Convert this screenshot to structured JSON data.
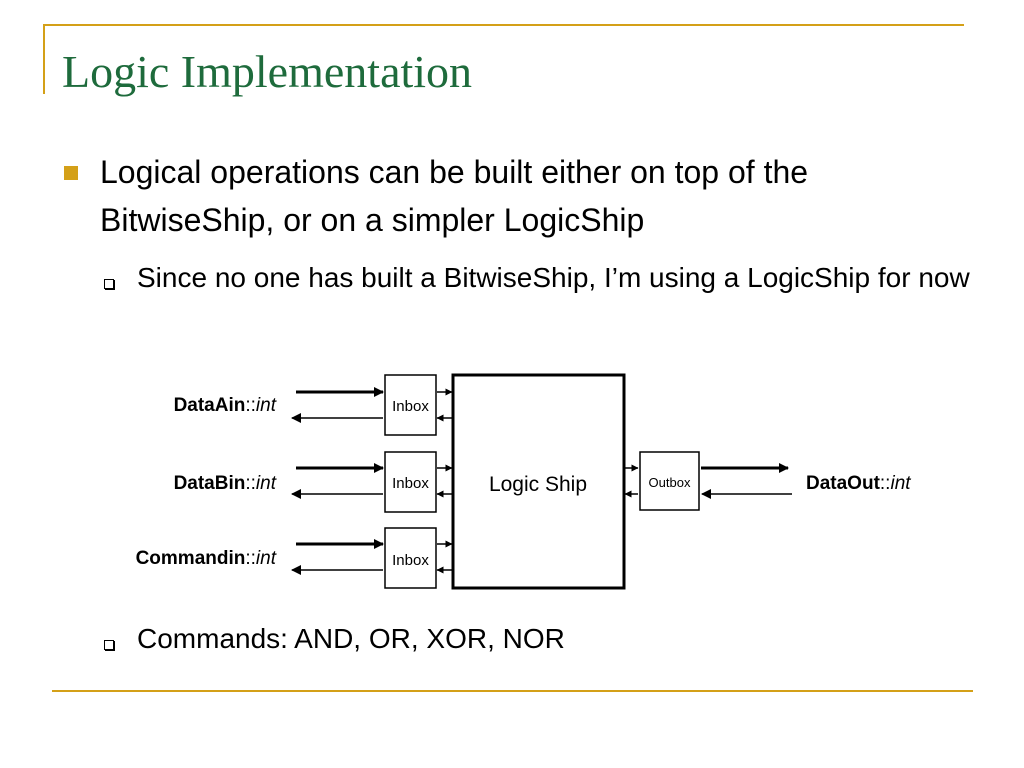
{
  "slide": {
    "title": "Logic Implementation",
    "bullet": "Logical operations can be built either on top of the BitwiseShip, or on a simpler LogicShip",
    "sub_bullets": [
      "Since no one has built a BitwiseShip, I’m using a LogicShip for now",
      "Commands: AND, OR, XOR, NOR"
    ]
  },
  "diagram": {
    "inputs": [
      {
        "name": "DataAin",
        "sep": "::",
        "type": "int",
        "box": "Inbox"
      },
      {
        "name": "DataBin",
        "sep": "::",
        "type": "int",
        "box": "Inbox"
      },
      {
        "name": "Commandin",
        "sep": "::",
        "type": "int",
        "box": "Inbox"
      }
    ],
    "ship_label": "Logic Ship",
    "output": {
      "name": "DataOut",
      "sep": "::",
      "type": "int",
      "box": "Outbox"
    }
  },
  "colors": {
    "title": "#1e6b3c",
    "accent_gold": "#d4a018",
    "text": "#000000"
  }
}
